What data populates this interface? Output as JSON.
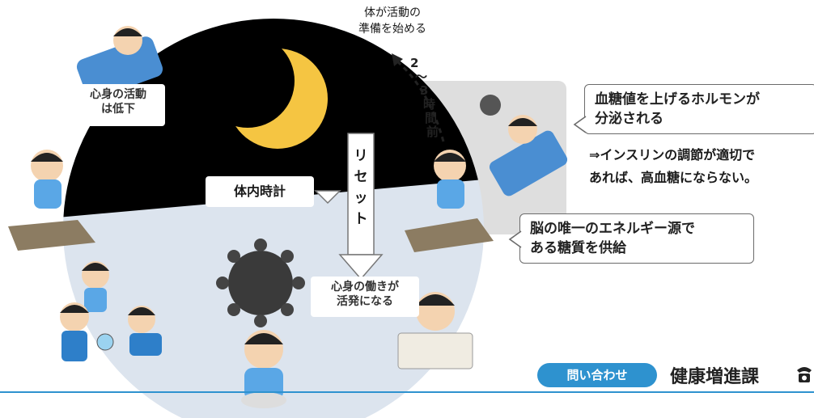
{
  "caption_top": [
    "体が活動の",
    "準備を始める"
  ],
  "arc_label": [
    "2",
    "〜",
    "3",
    "時",
    "間",
    "前"
  ],
  "sleep_label": [
    "心身の活動",
    "は低下"
  ],
  "clock_label": "体内時計",
  "reset_label": [
    "リ",
    "セ",
    "ッ",
    "ト"
  ],
  "day_label": [
    "心身の働きが",
    "活発になる"
  ],
  "callout_hormone": [
    "血糖値を上げるホルモンが",
    "分泌される"
  ],
  "note_insulin": [
    "⇒インスリンの調節が適切で",
    "あれば、高血糖にならない。"
  ],
  "callout_brain": [
    "脳の唯一のエネルギー源で",
    "ある糖質を供給"
  ],
  "contact": {
    "button": "問い合わせ",
    "department": "健康増進課",
    "icon": "phone-icon"
  },
  "colors": {
    "night": "#000000",
    "day": "#dce4ee",
    "accent": "#2e92cf",
    "arc": "#d8d8d8"
  }
}
